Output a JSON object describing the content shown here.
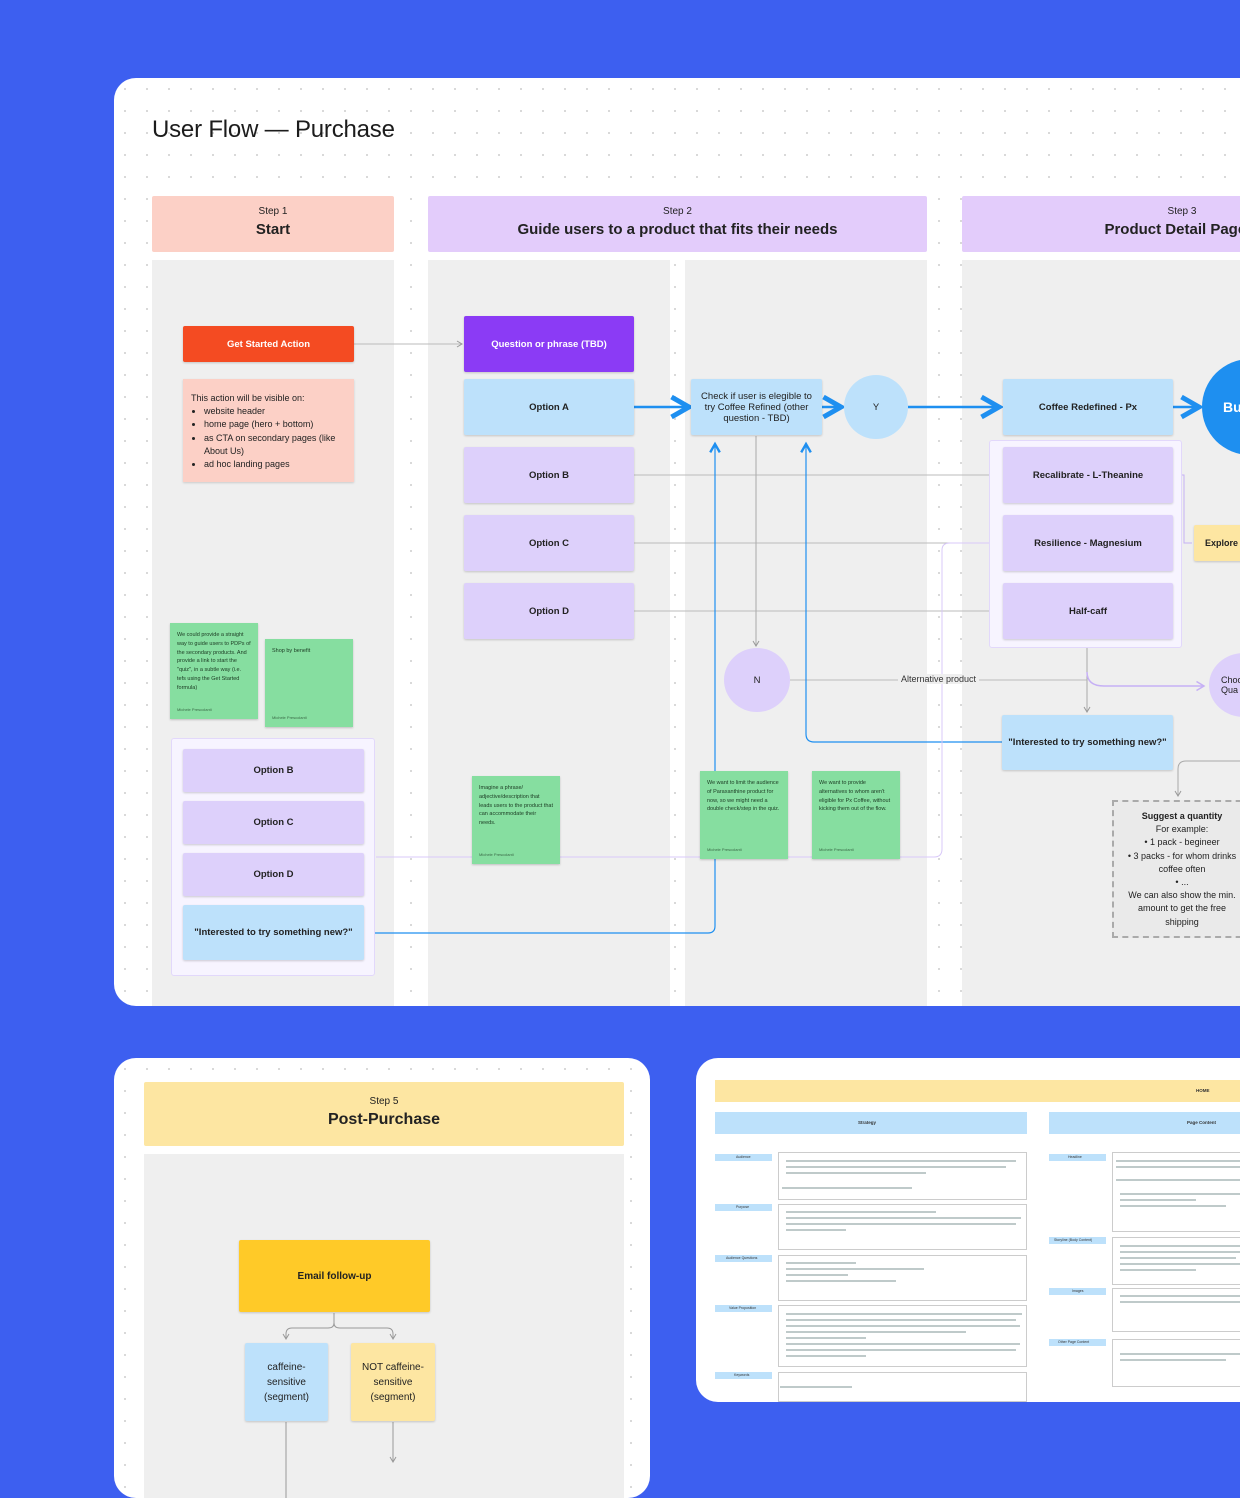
{
  "title": "User Flow — Purchase",
  "steps": [
    {
      "label": "Step 1",
      "title": "Start"
    },
    {
      "label": "Step 2",
      "title": "Guide users to a product that fits their needs"
    },
    {
      "label": "Step 3",
      "title": "Product Detail Page (I"
    },
    {
      "label": "Step 5",
      "title": "Post-Purchase"
    }
  ],
  "nodes": {
    "get_started": "Get Started Action",
    "question": "Question or phrase (TBD)",
    "option_a": "Option A",
    "option_b": "Option B",
    "option_c": "Option C",
    "option_d": "Option D",
    "check": "Check if user is elegible to try Coffee Refined (other question - TBD)",
    "y": "Y",
    "n": "N",
    "coffee_redefined": "Coffee Redefined - Px",
    "bu": "Bu",
    "recalibrate": "Recalibrate - L-Theanine",
    "resilience": "Resilience - Magnesium",
    "half_caff": "Half-caff",
    "explore": "Explore (",
    "choo": "Choo",
    "qua": "Qua",
    "alt_product": "Alternative product",
    "interested_right": "\"Interested to try something new?\"",
    "interested_left": "\"Interested to try something new?\"",
    "left_option_b": "Option B",
    "left_option_c": "Option C",
    "left_option_d": "Option D",
    "email_followup": "Email follow-up",
    "caffeine_sensitive": "caffeine-sensitive (segment)",
    "not_caffeine_sensitive": "NOT caffeine-sensitive (segment)"
  },
  "visibility_note": {
    "intro": "This action will be visible on:",
    "items": [
      "website header",
      "home page (hero + bottom)",
      "as CTA on secondary pages (like About Us)",
      "ad hoc landing pages"
    ]
  },
  "quantity_note": {
    "title": "Suggest a quantity",
    "subtitle": "For example:",
    "items": [
      "1 pack - begineer",
      "3 packs - for whom drinks coffee often",
      "..."
    ],
    "footer": "We can also show the min. amount to get the free shipping"
  },
  "stickies": [
    {
      "text": "We could provide a straight way to guide users to PDPs of the secondary products. And provide a link to start the \"quiz\", in a subtle way (i.e. tefs using the Get Started formula)",
      "author": "Michele Prescolanti"
    },
    {
      "text": "Shop by benefit",
      "author": "Michele Prescolanti"
    },
    {
      "text": "Imagine a phrase/ adjective/description that leads users to the product that can accommodate their needs.",
      "author": "Michele Prescolanti"
    },
    {
      "text": "We want to limit the audience of Paraxanthine product for now, so we might need a double check/step in the quiz.",
      "author": "Michele Prescolanti"
    },
    {
      "text": "We want to provide alternatives to whom aren't eligible for Px Coffee, without kicking them out of the flow.",
      "author": "Michele Prescolanti"
    }
  ],
  "doc": {
    "home": "HOME",
    "strategy": "Strategy",
    "page_content": "Page Content",
    "rows_left": [
      "Audience",
      "Purpose",
      "Audience Questions",
      "Value Proposition",
      "Keywords"
    ],
    "rows_right": [
      "Headline",
      "Storyline (Body Content)",
      "Images",
      "Other Page Content"
    ]
  },
  "colors": {
    "background": "#3d5ff0",
    "step1": "#fcd0c6",
    "step2": "#e3ccfb",
    "step5": "#fde6a2",
    "cta": "#f44b22",
    "question": "#8b3bf5",
    "email": "#ffca28",
    "sticky": "#86dea0",
    "arrow_blue": "#1e8ff0"
  }
}
